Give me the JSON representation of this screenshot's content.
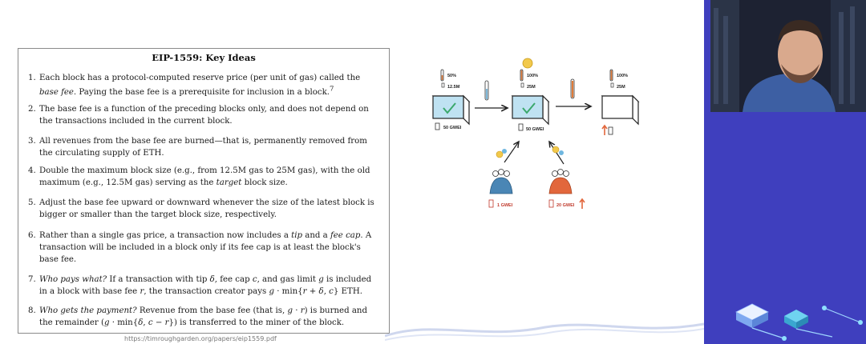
{
  "slide": {
    "title": "EIP-1559: Key Ideas",
    "points": [
      {
        "n": "1.",
        "html": "Each block has a protocol-computed reserve price (per unit of gas) called the <em>base fee</em>. Paying the base fee is a prerequisite for inclusion in a block.<sup>7</sup>"
      },
      {
        "n": "2.",
        "html": "The base fee is a function of the preceding blocks only, and does not depend on the transactions included in the current block."
      },
      {
        "n": "3.",
        "html": "All revenues from the base fee are burned—that is, permanently removed from the circulating supply of ETH."
      },
      {
        "n": "4.",
        "html": "Double the maximum block size (e.g., from 12.5M gas to 25M gas), with the old maximum (e.g., 12.5M gas) serving as the <em>target</em> block size."
      },
      {
        "n": "5.",
        "html": "Adjust the base fee upward or downward whenever the size of the latest block is bigger or smaller than the target block size, respectively."
      },
      {
        "n": "6.",
        "html": "Rather than a single gas price, a transaction now includes a <em>tip</em> and a <em>fee cap</em>. A transaction will be included in a block only if its fee cap is at least the block's base fee."
      },
      {
        "n": "7.",
        "html": "<em>Who pays what?</em> If a transaction with tip <em>δ</em>, fee cap <em>c</em>, and gas limit <em>g</em> is included in a block with base fee <em>r</em>, the transaction creator pays <em>g</em> · min{<em>r</em> + <em>δ</em>, <em>c</em>} ETH."
      },
      {
        "n": "8.",
        "html": "<em>Who gets the payment?</em> Revenue from the base fee (that is, <em>g</em> · <em>r</em>) is burned and the remainder (<em>g</em> · min{<em>δ</em>, <em>c</em> − <em>r</em>}) is transferred to the miner of the block."
      }
    ],
    "url": "https://timroughgarden.org/papers/eip1559.pdf"
  },
  "diagram": {
    "b1_pct": "50%",
    "b1_gas": "12.5M",
    "b1_fee": "50 GWEI",
    "b2_pct": "100%",
    "b2_gas": "25M",
    "b2_fee": "50 GWEI",
    "b3_pct": "100%",
    "b3_gas": "25M",
    "u1_fee": "1 GWEI",
    "u2_fee": "20 GWEI"
  },
  "colors": {
    "webcam_bg": "#3f3fbe",
    "user_blue": "#4a86b5",
    "user_orange": "#e2673c",
    "cube": "#bfe2f2"
  }
}
